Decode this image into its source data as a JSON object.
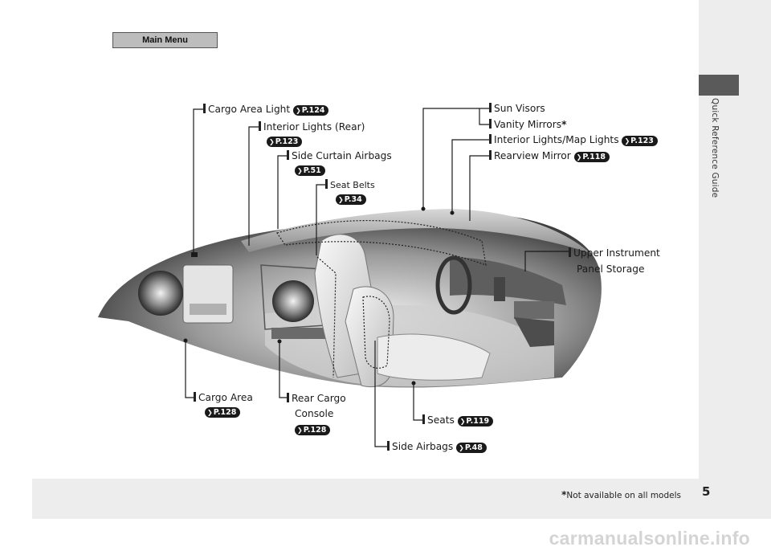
{
  "nav": {
    "main_menu": "Main Menu"
  },
  "side_tab": {
    "label": "Quick Reference Guide"
  },
  "labels": {
    "cargo_area_light": {
      "text": "Cargo Area Light",
      "ref": "P.124"
    },
    "interior_lights_rear": {
      "text": "Interior Lights (Rear)",
      "ref": "P.123"
    },
    "side_curtain_airbags": {
      "text": "Side Curtain Airbags",
      "ref": "P.51"
    },
    "seat_belts": {
      "text": "Seat Belts",
      "ref": "P.34"
    },
    "sun_visors": {
      "text": "Sun Visors"
    },
    "vanity_mirrors": {
      "text": "Vanity Mirrors",
      "mark": "*"
    },
    "interior_map_lights": {
      "text": "Interior Lights/Map Lights",
      "ref": "P.123"
    },
    "rearview_mirror": {
      "text": "Rearview Mirror",
      "ref": "P.118"
    },
    "upper_instrument": {
      "line1": "Upper Instrument",
      "line2": "Panel Storage"
    },
    "cargo_area": {
      "text": "Cargo Area",
      "ref": "P.128"
    },
    "rear_cargo_console": {
      "line1": "Rear Cargo",
      "line2": "Console",
      "ref": "P.128"
    },
    "seats": {
      "text": "Seats",
      "ref": "P.119"
    },
    "side_airbags": {
      "text": "Side Airbags",
      "ref": "P.48"
    }
  },
  "footer": {
    "note_mark": "*",
    "note_text": "Not available on all models",
    "page_number": "5"
  },
  "watermark": "carmanualsonline.info"
}
